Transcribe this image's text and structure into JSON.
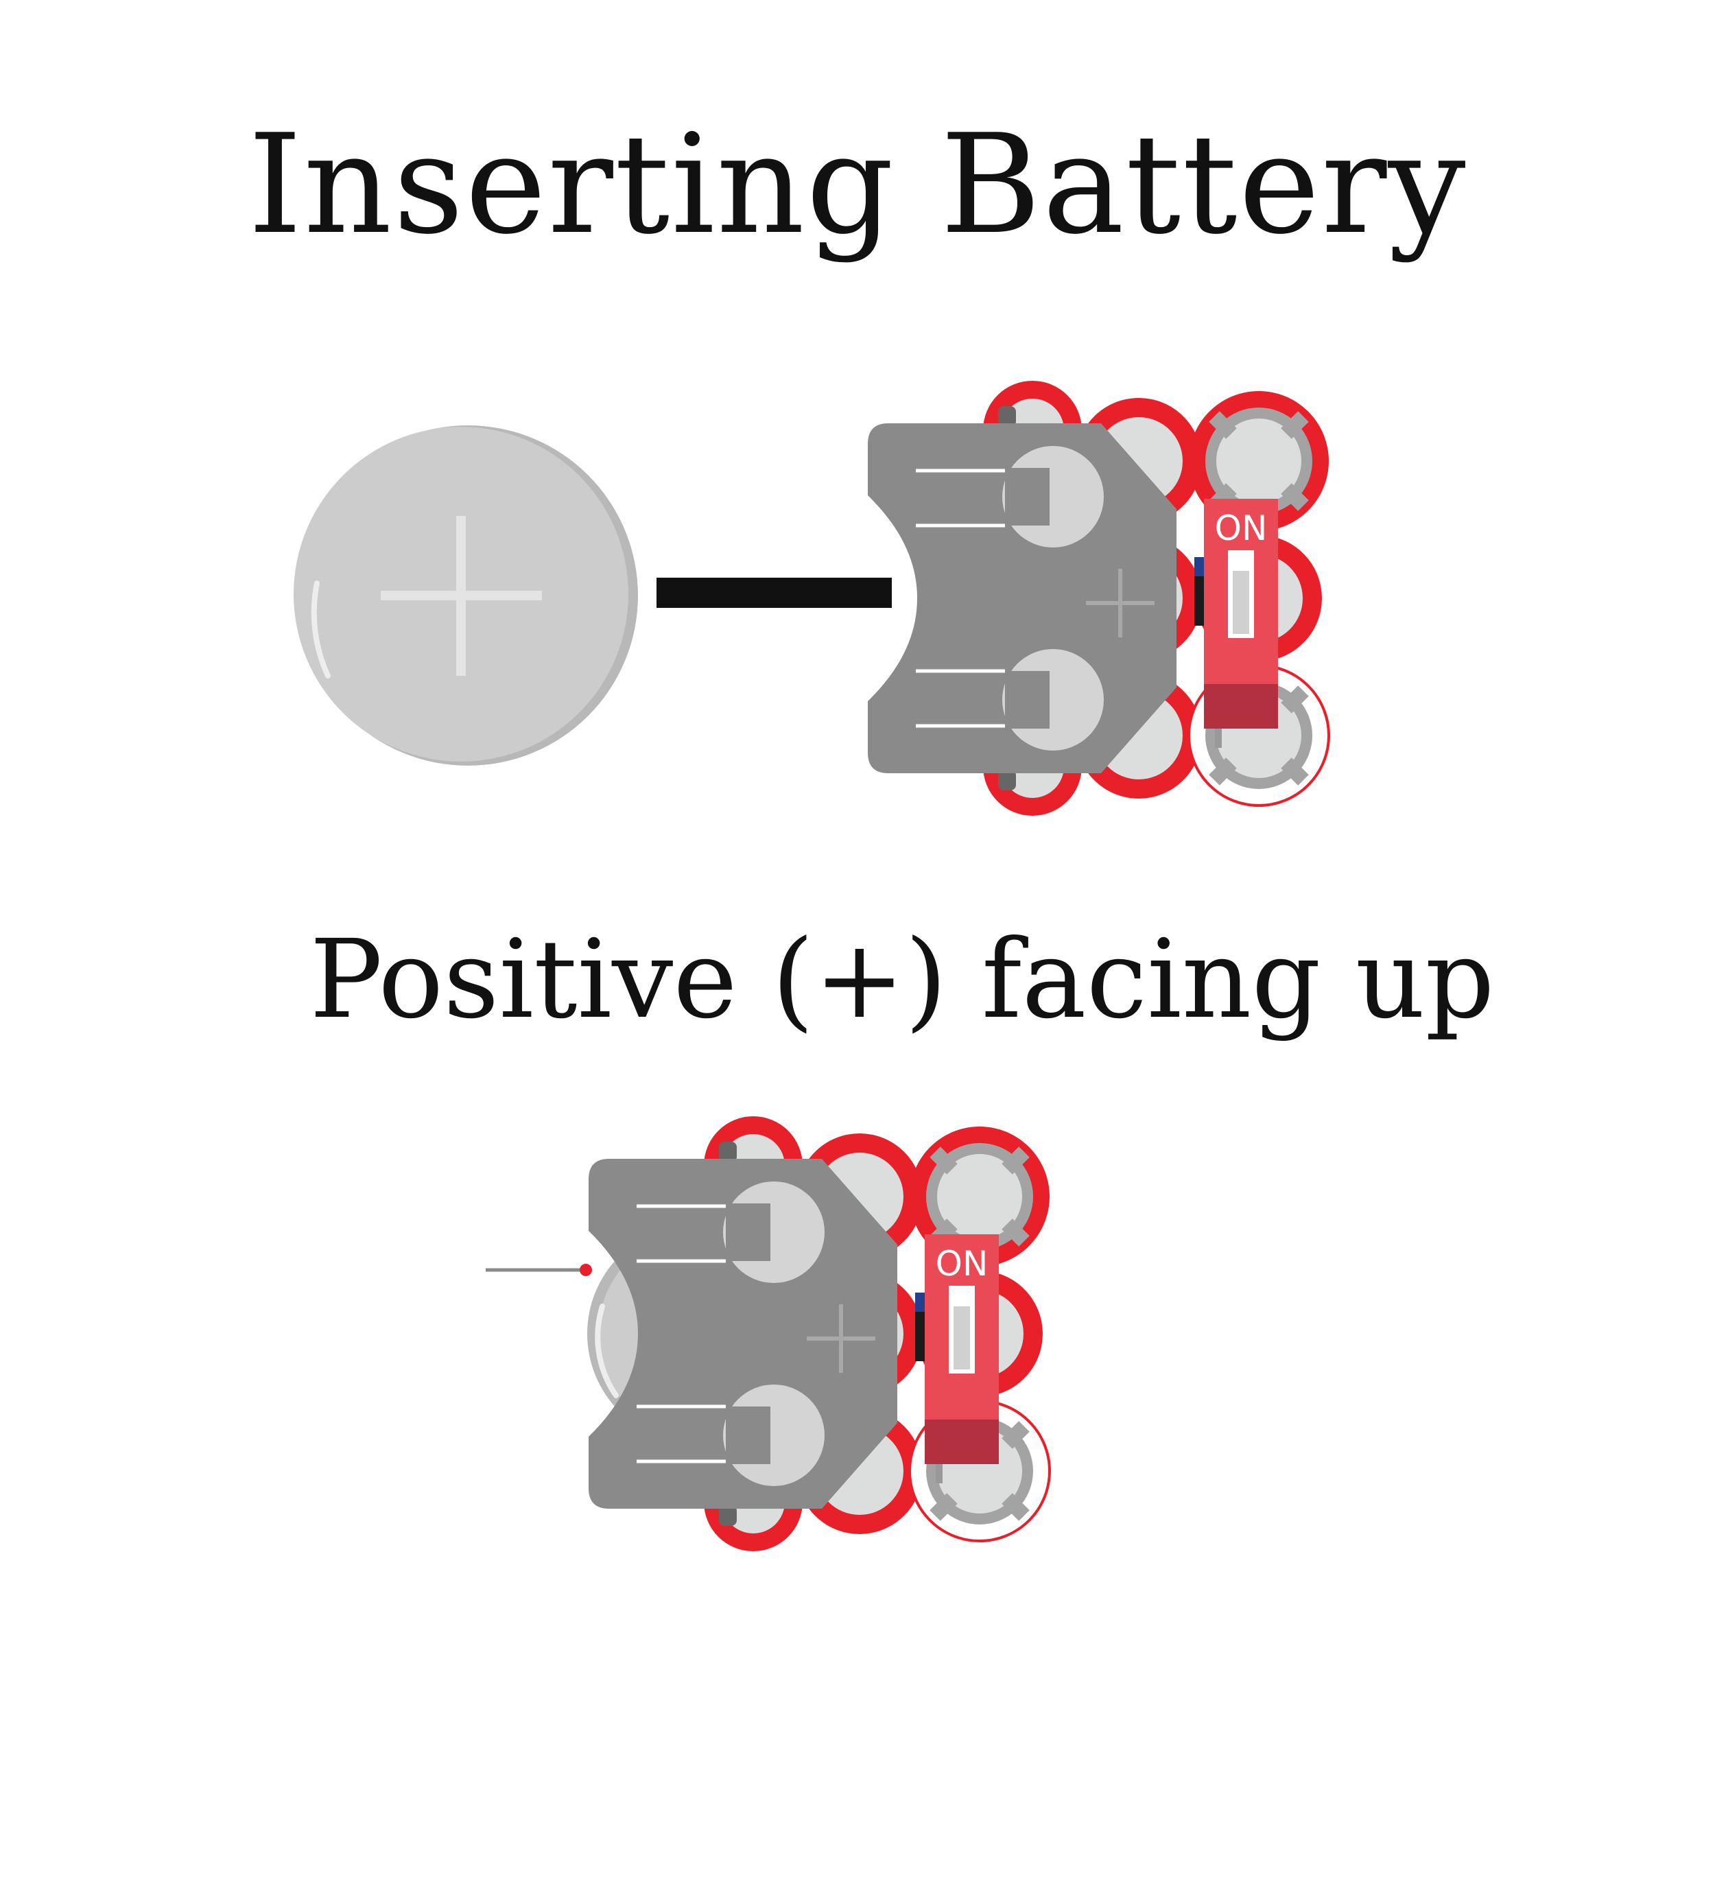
{
  "title": "Inserting Battery",
  "subtitle": "Positive (+) facing up",
  "switch_label": "ON",
  "colors": {
    "pcb_red": "#e8202a",
    "pad_gray": "#dcdddd",
    "holder_gray": "#8a8a8a",
    "battery_gray": "#cccccc",
    "switch_red": "#ea4a55",
    "arrow_black": "#111111"
  },
  "icons": {
    "battery_symbol": "plus-icon",
    "holder_symbol": "plus-icon"
  }
}
